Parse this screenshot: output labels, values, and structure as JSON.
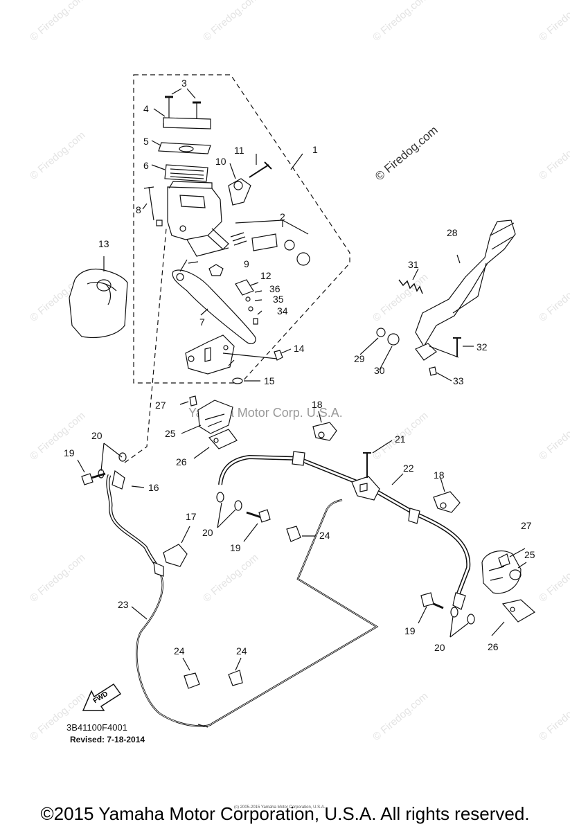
{
  "watermark": {
    "text": "© Firedog.com",
    "main_text": "© Firedog.com",
    "center_text": "Yamaha Motor Corp. U.S.A."
  },
  "callouts": [
    {
      "id": "c1",
      "label": "1"
    },
    {
      "id": "c2",
      "label": "2"
    },
    {
      "id": "c3",
      "label": "3"
    },
    {
      "id": "c4",
      "label": "4"
    },
    {
      "id": "c5",
      "label": "5"
    },
    {
      "id": "c6",
      "label": "6"
    },
    {
      "id": "c7",
      "label": "7"
    },
    {
      "id": "c8",
      "label": "8"
    },
    {
      "id": "c9",
      "label": "9"
    },
    {
      "id": "c10",
      "label": "10"
    },
    {
      "id": "c11",
      "label": "11"
    },
    {
      "id": "c12",
      "label": "12"
    },
    {
      "id": "c13",
      "label": "13"
    },
    {
      "id": "c14",
      "label": "14"
    },
    {
      "id": "c15",
      "label": "15"
    },
    {
      "id": "c16",
      "label": "16"
    },
    {
      "id": "c17",
      "label": "17"
    },
    {
      "id": "c18a",
      "label": "18"
    },
    {
      "id": "c18b",
      "label": "18"
    },
    {
      "id": "c19a",
      "label": "19"
    },
    {
      "id": "c19b",
      "label": "19"
    },
    {
      "id": "c19c",
      "label": "19"
    },
    {
      "id": "c20a",
      "label": "20"
    },
    {
      "id": "c20b",
      "label": "20"
    },
    {
      "id": "c20c",
      "label": "20"
    },
    {
      "id": "c21",
      "label": "21"
    },
    {
      "id": "c22",
      "label": "22"
    },
    {
      "id": "c23",
      "label": "23"
    },
    {
      "id": "c24a",
      "label": "24"
    },
    {
      "id": "c24b",
      "label": "24"
    },
    {
      "id": "c24c",
      "label": "24"
    },
    {
      "id": "c25a",
      "label": "25"
    },
    {
      "id": "c25b",
      "label": "25"
    },
    {
      "id": "c26a",
      "label": "26"
    },
    {
      "id": "c26b",
      "label": "26"
    },
    {
      "id": "c27a",
      "label": "27"
    },
    {
      "id": "c27b",
      "label": "27"
    },
    {
      "id": "c28",
      "label": "28"
    },
    {
      "id": "c29",
      "label": "29"
    },
    {
      "id": "c30",
      "label": "30"
    },
    {
      "id": "c31",
      "label": "31"
    },
    {
      "id": "c32",
      "label": "32"
    },
    {
      "id": "c33",
      "label": "33"
    },
    {
      "id": "c34",
      "label": "34"
    },
    {
      "id": "c35",
      "label": "35"
    },
    {
      "id": "c36",
      "label": "36"
    }
  ],
  "fwd_label": "FWD",
  "part_code": "3B41100F4001",
  "revised": "Revised: 7-18-2014",
  "tiny_copyright": "(c) 2005-2015 Yamaha Motor Corporation, U.S.A.",
  "footer": "©2015 Yamaha Motor Corporation, U.S.A. All rights reserved."
}
